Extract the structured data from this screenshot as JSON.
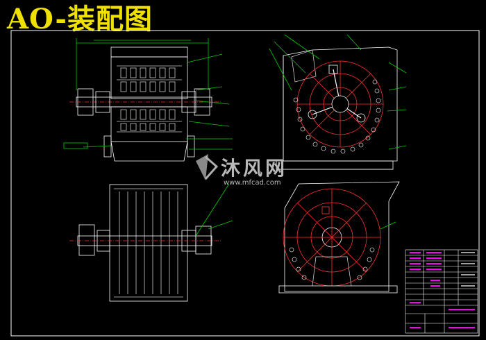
{
  "title": "AO-装配图",
  "watermark": {
    "brand": "沐风网",
    "url": "www.mfcad.com"
  },
  "colors": {
    "background": "#000000",
    "title": "#f0e000",
    "outline": "#ffffff",
    "detail": "#c8c8c8",
    "leader": "#00d000",
    "cutter": "#ff3030",
    "table_text": "#ff00ff",
    "watermark": "#b0b0b0"
  },
  "views": [
    "front-section-view",
    "side-section-view",
    "top-view",
    "side-view-2",
    "title-block"
  ]
}
